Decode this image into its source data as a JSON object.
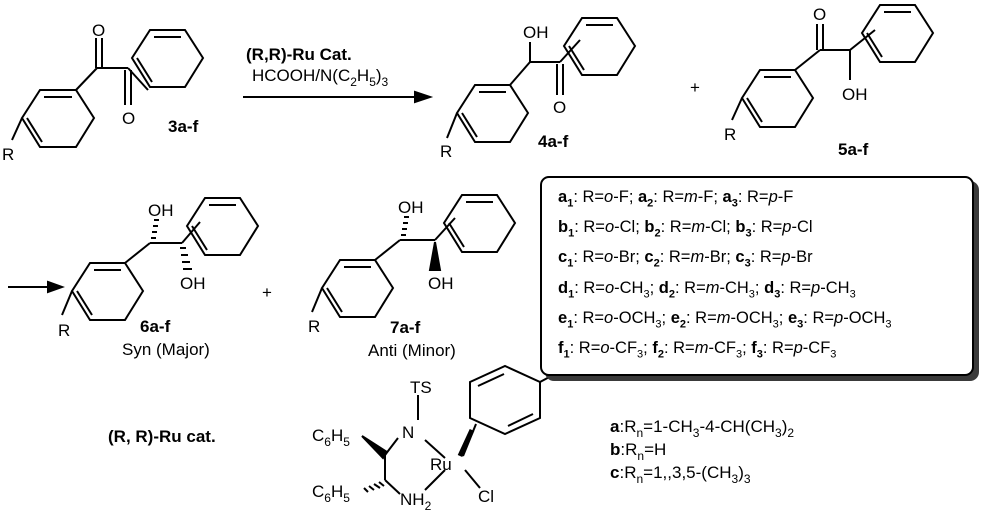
{
  "reaction": {
    "catalyst_line1": "(R,R)-Ru Cat.",
    "catalyst_line2": "HCOOH/N(C2H5)3",
    "plus1": "+",
    "plus2": "+"
  },
  "compounds": {
    "start": {
      "label": "3a-f",
      "r": "R",
      "o1": "O",
      "o2": "O"
    },
    "p4": {
      "label": "4a-f",
      "r": "R",
      "oh": "OH",
      "o": "O"
    },
    "p5": {
      "label": "5a-f",
      "r": "R",
      "oh": "OH",
      "o": "O"
    },
    "p6": {
      "label": "6a-f",
      "caption": "Syn (Major)",
      "r": "R",
      "oh1": "OH",
      "oh2": "OH"
    },
    "p7": {
      "label": "7a-f",
      "caption": "Anti (Minor)",
      "r": "R",
      "oh1": "OH",
      "oh2": "OH"
    }
  },
  "legend": [
    [
      {
        "id": "a",
        "n": "1",
        "sub": "o",
        "sub2": "-F"
      },
      {
        "id": "a",
        "n": "2",
        "sub": "m",
        "sub2": "-F"
      },
      {
        "id": "a",
        "n": "3",
        "sub": "p",
        "sub2": "-F"
      }
    ],
    [
      {
        "id": "b",
        "n": "1",
        "sub": "o",
        "sub2": "-Cl"
      },
      {
        "id": "b",
        "n": "2",
        "sub": "m",
        "sub2": "-Cl"
      },
      {
        "id": "b",
        "n": "3",
        "sub": "p",
        "sub2": "-Cl"
      }
    ],
    [
      {
        "id": "c",
        "n": "1",
        "sub": "o",
        "sub2": "-Br"
      },
      {
        "id": "c",
        "n": "2",
        "sub": "m",
        "sub2": "-Br"
      },
      {
        "id": "c",
        "n": "3",
        "sub": "p",
        "sub2": "-Br"
      }
    ],
    [
      {
        "id": "d",
        "n": "1",
        "sub": "o",
        "sub2": "-CH3"
      },
      {
        "id": "d",
        "n": "2",
        "sub": "m",
        "sub2": "-CH3"
      },
      {
        "id": "d",
        "n": "3",
        "sub": "p",
        "sub2": "-CH3"
      }
    ],
    [
      {
        "id": "e",
        "n": "1",
        "sub": "o",
        "sub2": "-OCH3"
      },
      {
        "id": "e",
        "n": "2",
        "sub": "m",
        "sub2": "-OCH3"
      },
      {
        "id": "e",
        "n": "3",
        "sub": "p",
        "sub2": "-OCH3"
      }
    ],
    [
      {
        "id": "f",
        "n": "1",
        "sub": "o",
        "sub2": "-CF3"
      },
      {
        "id": "f",
        "n": "2",
        "sub": "m",
        "sub2": "-CF3"
      },
      {
        "id": "f",
        "n": "3",
        "sub": "p",
        "sub2": "-CF3"
      }
    ]
  ],
  "catalyst": {
    "title": "(R, R)-Ru cat.",
    "ts": "TS",
    "n": "N",
    "nh2": "NH2",
    "ru": "Ru",
    "cl": "Cl",
    "c6h5": "C6H5",
    "rn": "Rn",
    "variants": [
      {
        "id": "a",
        "text": ":Rn=1-CH3-4-CH(CH3)2"
      },
      {
        "id": "b",
        "text": ":Rn=H"
      },
      {
        "id": "c",
        "text": ":Rn=1,,3,5-(CH3)3"
      }
    ]
  }
}
